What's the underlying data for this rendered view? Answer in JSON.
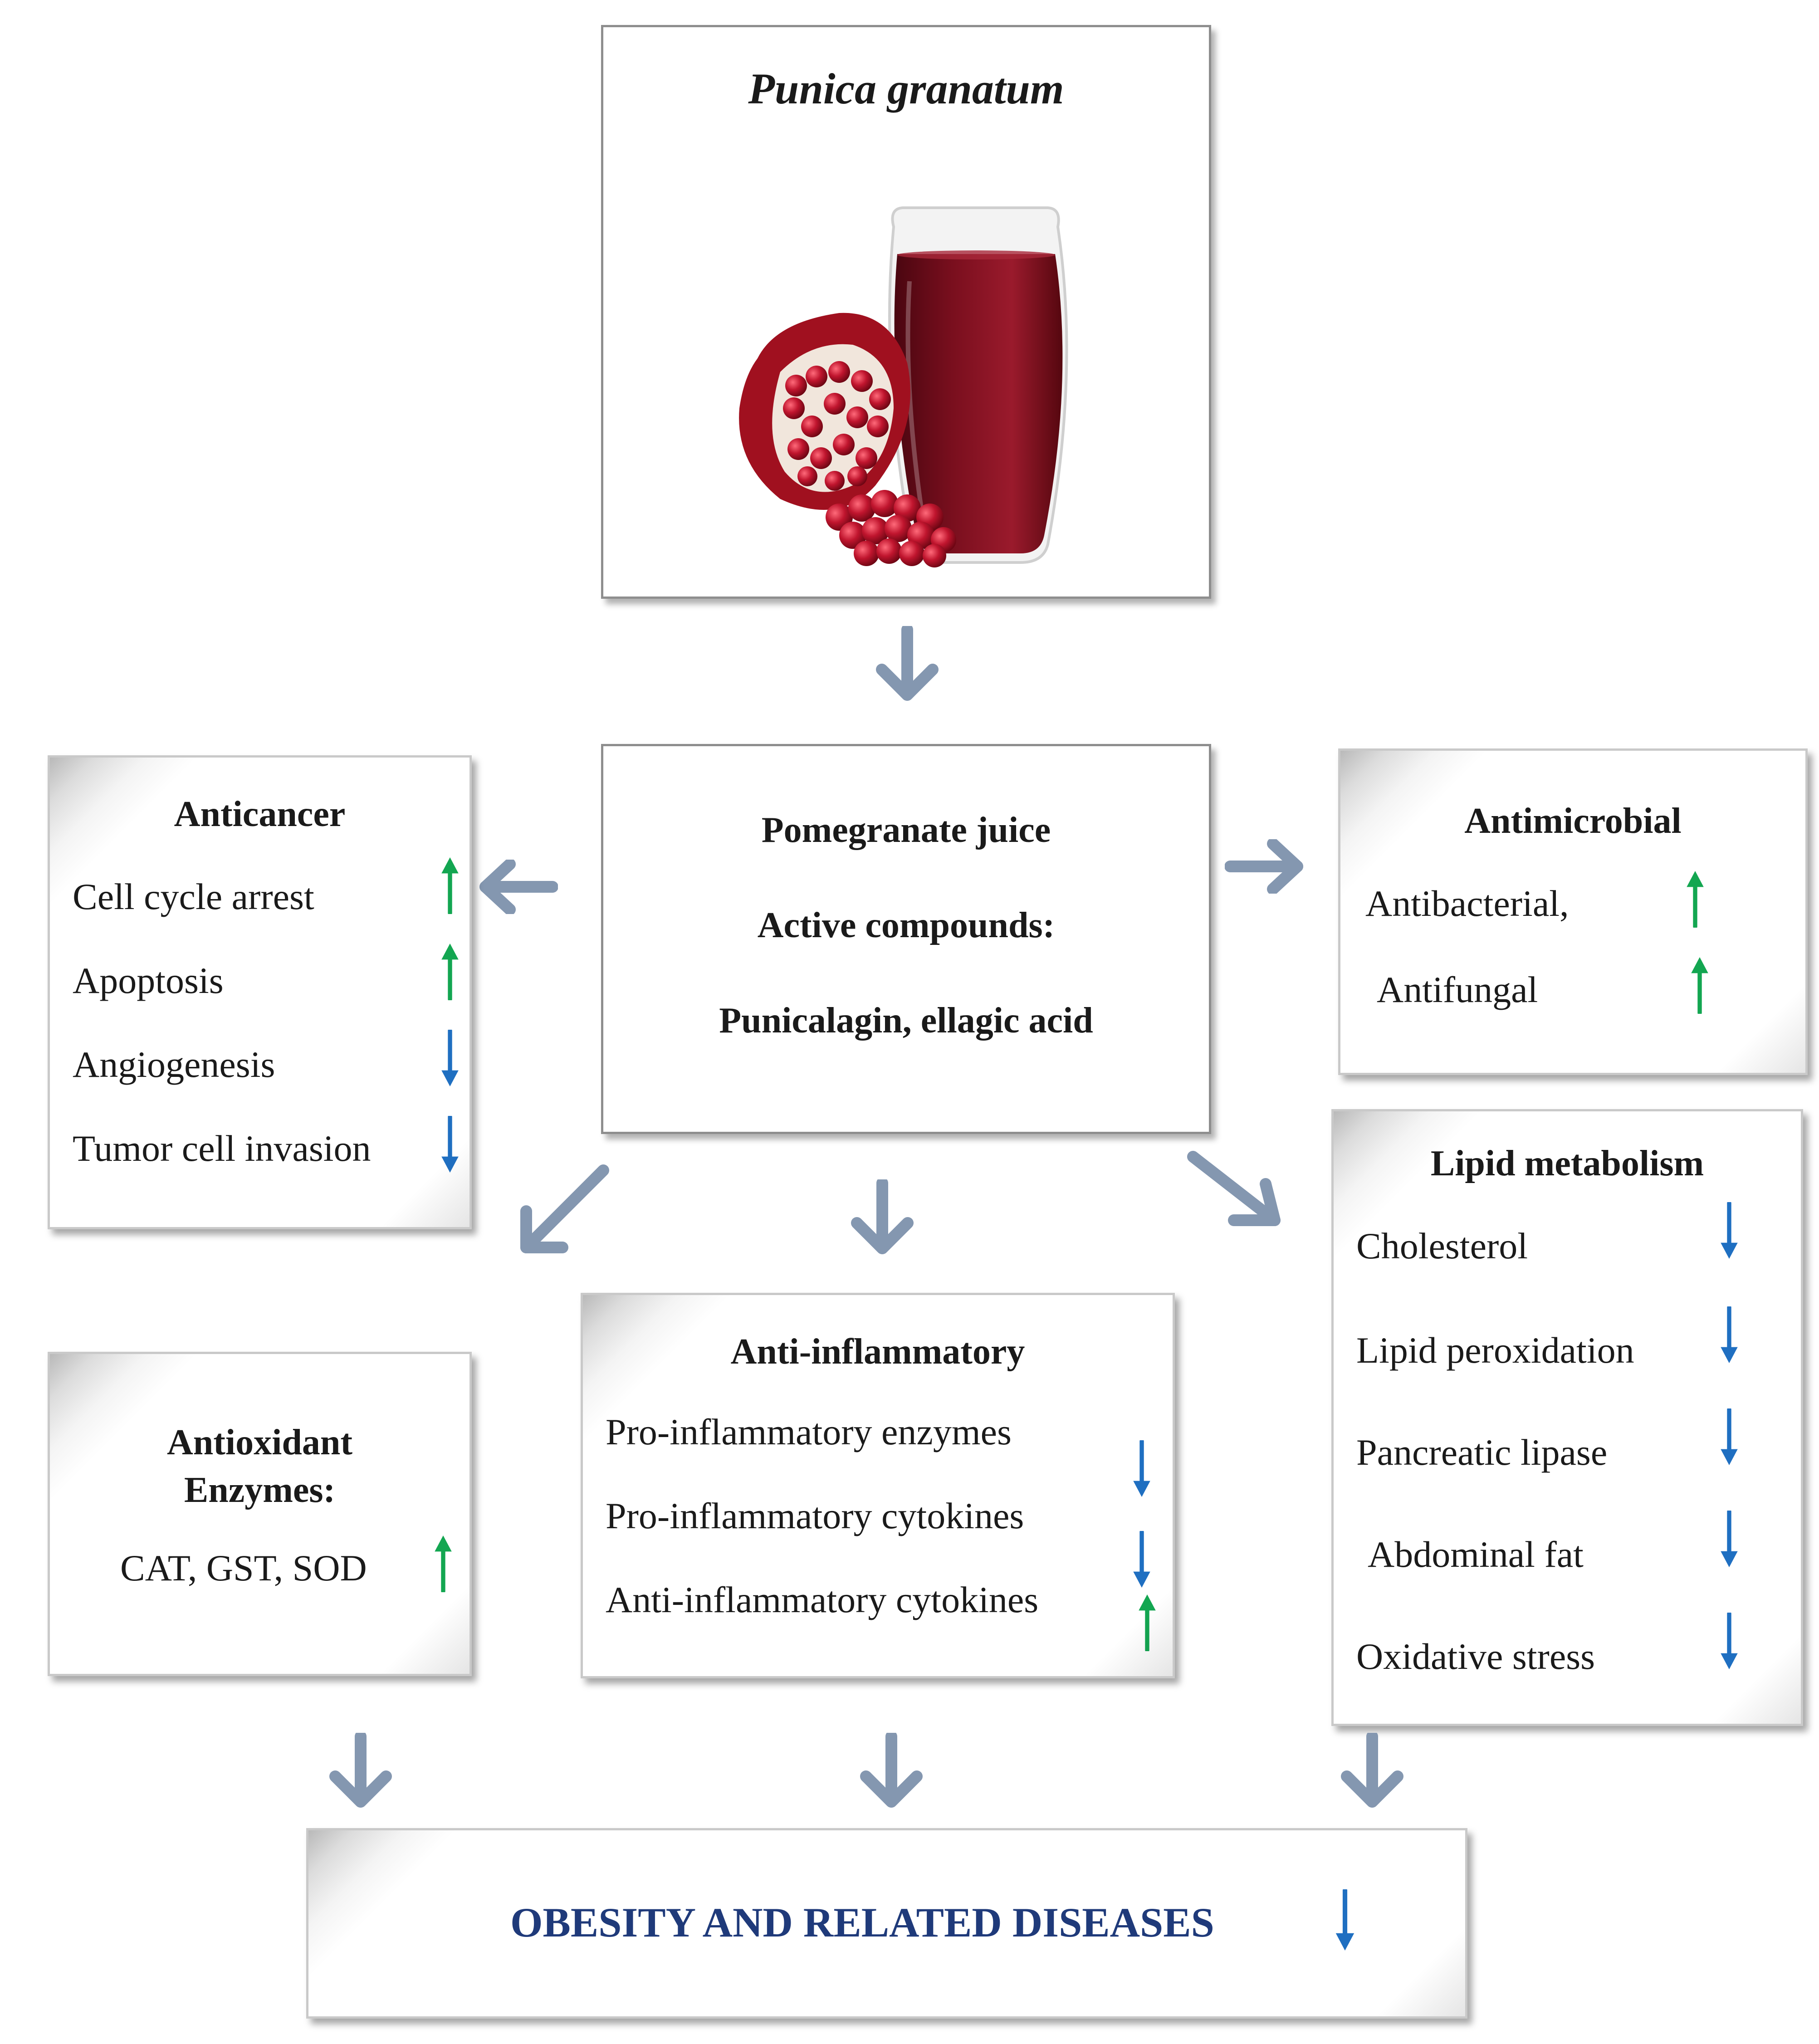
{
  "top": {
    "species": "Punica granatum"
  },
  "center": {
    "line1": "Pomegranate juice",
    "line2": "Active compounds:",
    "line3": "Punicalagin, ellagic acid"
  },
  "anticancer": {
    "title": "Anticancer",
    "items": [
      {
        "label": "Cell cycle arrest",
        "direction": "up"
      },
      {
        "label": "Apoptosis",
        "direction": "up"
      },
      {
        "label": "Angiogenesis",
        "direction": "down"
      },
      {
        "label": "Tumor cell invasion",
        "direction": "down"
      }
    ]
  },
  "antimicrobial": {
    "title": "Antimicrobial",
    "items": [
      {
        "label": "Antibacterial,",
        "direction": "up"
      },
      {
        "label": "Antifungal",
        "direction": "up"
      }
    ]
  },
  "lipid": {
    "title": "Lipid metabolism",
    "items": [
      {
        "label": "Cholesterol",
        "direction": "down"
      },
      {
        "label": "Lipid peroxidation",
        "direction": "down"
      },
      {
        "label": "Pancreatic lipase",
        "direction": "down"
      },
      {
        "label": "Abdominal fat",
        "direction": "down"
      },
      {
        "label": "Oxidative stress",
        "direction": "down"
      }
    ]
  },
  "antioxidant": {
    "title_line1": "Antioxidant",
    "title_line2": "Enzymes:",
    "items": [
      {
        "label": "CAT, GST, SOD",
        "direction": "up"
      }
    ]
  },
  "antiinflammatory": {
    "title": "Anti-inflammatory",
    "items": [
      {
        "label": "Pro-inflammatory enzymes",
        "direction": "down"
      },
      {
        "label": "Pro-inflammatory cytokines",
        "direction": "down"
      },
      {
        "label": "Anti-inflammatory cytokines",
        "direction": "up"
      }
    ]
  },
  "outcome": {
    "label": "OBESITY AND RELATED DISEASES",
    "direction": "down"
  },
  "colors": {
    "up": "#13a651",
    "down": "#1f6fc1",
    "flow": "#8497b0",
    "outcome_text": "#1f3a7a",
    "juice": "#7a0f1e",
    "pomegranate": "#b3122a"
  }
}
